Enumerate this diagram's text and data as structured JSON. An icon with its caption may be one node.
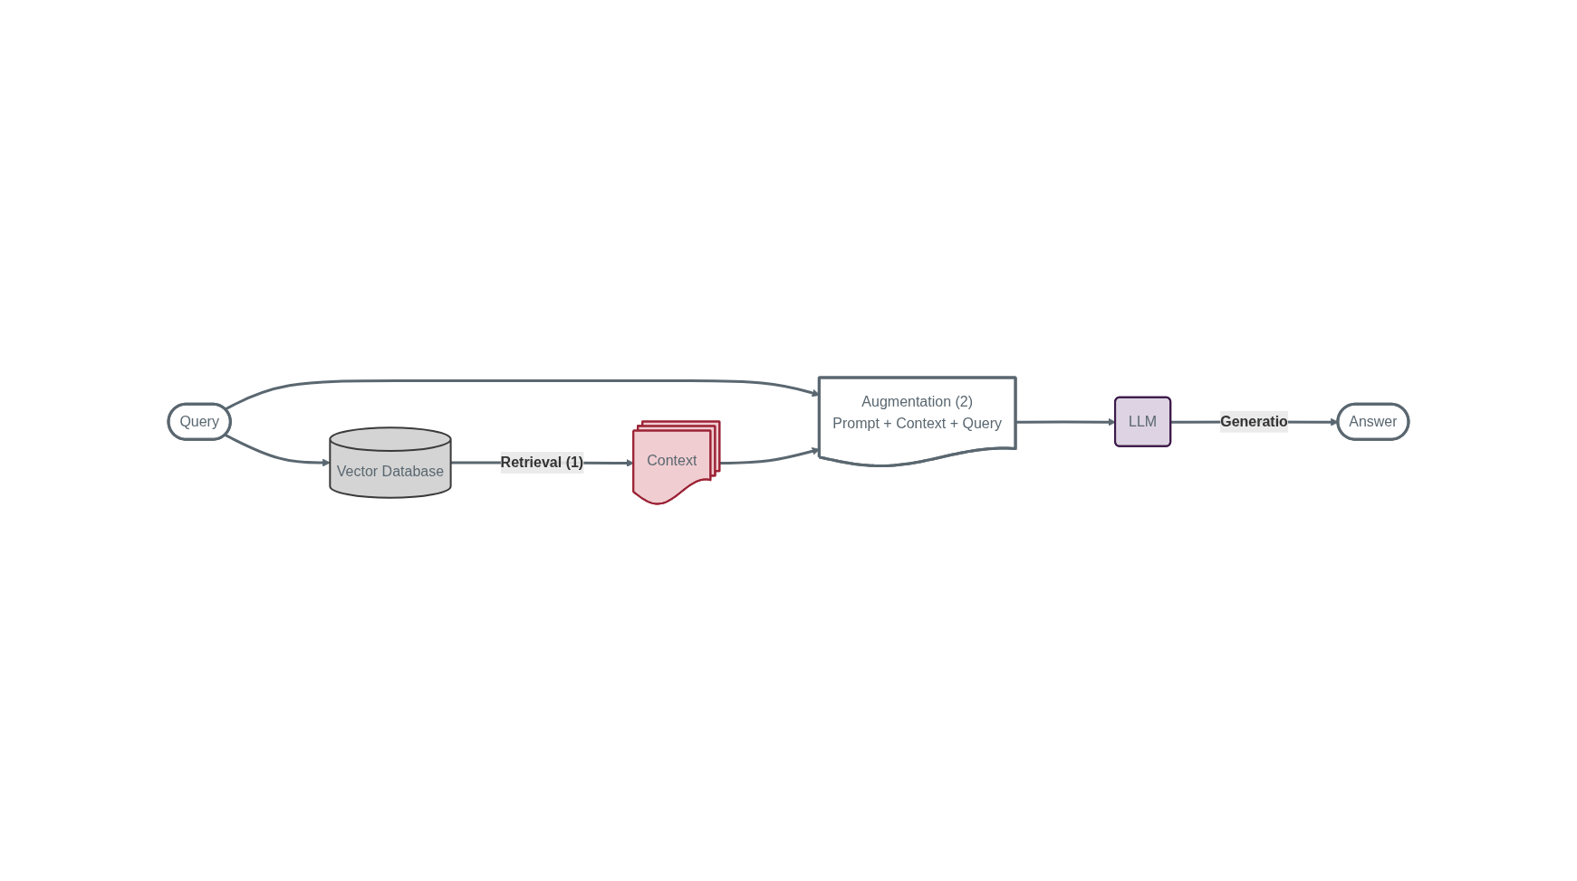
{
  "diagram": {
    "nodes": [
      {
        "text": [
          "Query"
        ]
      },
      {
        "text": [
          "Augmentation (2)",
          "Prompt + Context + Query"
        ]
      },
      {
        "text": [
          "LLM"
        ]
      },
      {
        "text": [
          "Vector Database"
        ]
      },
      {
        "text": [
          "Context"
        ]
      },
      {
        "text": [
          "Answer"
        ]
      }
    ],
    "edges": [
      {
        "from": 0,
        "to": 1,
        "arrow": "to"
      },
      {
        "from": 1,
        "to": 2,
        "arrow": "to"
      },
      {
        "from": 0,
        "to": 3,
        "arrow": "to"
      },
      {
        "from": 3,
        "to": 4,
        "label": "Retrieval (1)",
        "arrow": "to"
      },
      {
        "from": 4,
        "to": 1,
        "arrow": "to"
      },
      {
        "from": 2,
        "to": 5,
        "label": "Generatio",
        "arrow": "to"
      }
    ]
  }
}
